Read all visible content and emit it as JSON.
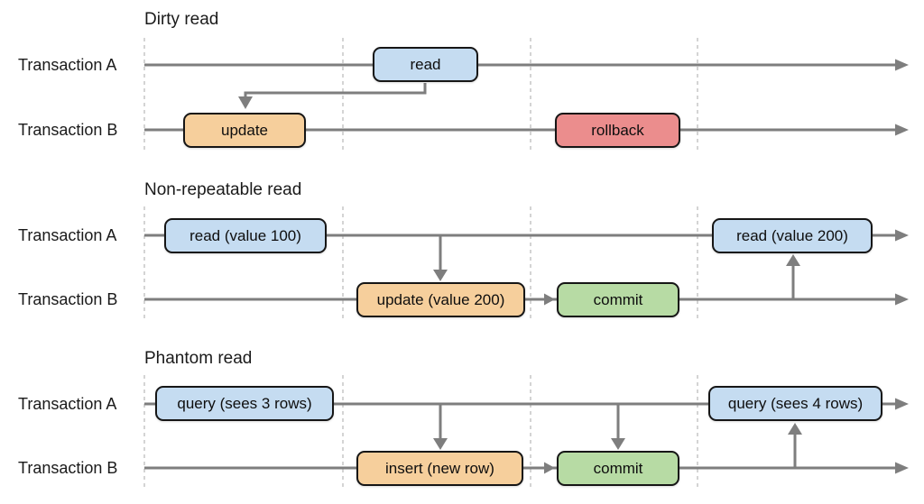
{
  "colors": {
    "background": "#ffffff",
    "timeline": "#7e7e7e",
    "dashed_guide": "#c6c6c6",
    "box_border": "#161616",
    "blue_box": "#c5dcf1",
    "orange_box": "#f6cf9c",
    "red_box": "#eb8d8d",
    "green_box": "#b7dba4",
    "text": "#1a1a1a"
  },
  "row_labels": {
    "a": "Transaction A",
    "b": "Transaction B"
  },
  "sections": [
    {
      "title": "Dirty read",
      "boxes": [
        {
          "label": "read",
          "color": "blue"
        },
        {
          "label": "update",
          "color": "orange"
        },
        {
          "label": "rollback",
          "color": "red"
        }
      ]
    },
    {
      "title": "Non-repeatable read",
      "boxes": [
        {
          "label": "read (value 100)",
          "color": "blue"
        },
        {
          "label": "update (value 200)",
          "color": "orange"
        },
        {
          "label": "commit",
          "color": "green"
        },
        {
          "label": "read (value 200)",
          "color": "blue"
        }
      ]
    },
    {
      "title": "Phantom read",
      "boxes": [
        {
          "label": "query (sees 3 rows)",
          "color": "blue"
        },
        {
          "label": "insert (new row)",
          "color": "orange"
        },
        {
          "label": "commit",
          "color": "green"
        },
        {
          "label": "query (sees 4 rows)",
          "color": "blue"
        }
      ]
    }
  ]
}
